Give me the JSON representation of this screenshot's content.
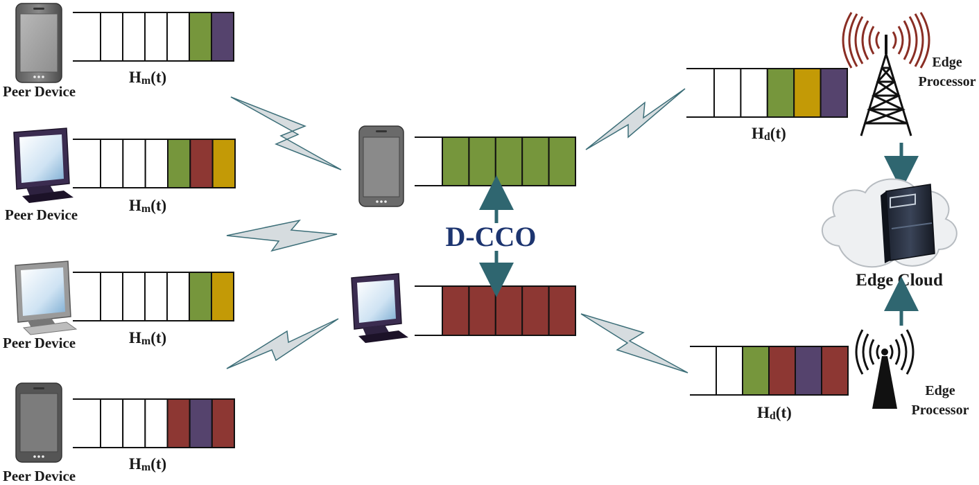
{
  "colors": {
    "green": "#76963c",
    "red": "#8d3733",
    "purple": "#55436d",
    "gold": "#c39a06",
    "white": "#ffffff",
    "arrow": "#2f6670",
    "bolt": "#d6dcdf",
    "dcco_text": "#1d3570",
    "wave_red": "#8a2e24"
  },
  "labels": {
    "peer_device": "Peer Device",
    "hm_main": "H",
    "hm_sub": "m",
    "hd_main": "H",
    "hd_sub": "d",
    "t_suffix": "(t)",
    "edge_word": "Edge",
    "processor_word": "Processor",
    "edge_cloud": "Edge Cloud",
    "dcco": "D-CCO"
  },
  "icons": {
    "phone": "smartphone-icon",
    "monitor": "monitor-icon",
    "tower": "cell-tower-icon",
    "base_station": "base-station-icon",
    "cloud": "cloud-icon",
    "server": "server-icon",
    "link": "wireless-link-icon"
  },
  "queues": [
    {
      "id": "peer-1",
      "cells": [
        "white",
        "white",
        "white",
        "white",
        "green",
        "purple"
      ]
    },
    {
      "id": "peer-2",
      "cells": [
        "white",
        "white",
        "white",
        "green",
        "red",
        "gold"
      ]
    },
    {
      "id": "peer-3",
      "cells": [
        "white",
        "white",
        "white",
        "white",
        "green",
        "gold"
      ]
    },
    {
      "id": "peer-4",
      "cells": [
        "white",
        "white",
        "white",
        "red",
        "purple",
        "red"
      ]
    },
    {
      "id": "center-phone",
      "cells": [
        "green",
        "green",
        "green",
        "green",
        "green"
      ]
    },
    {
      "id": "center-monitor",
      "cells": [
        "red",
        "red",
        "red",
        "red",
        "red"
      ]
    },
    {
      "id": "edge-top",
      "cells": [
        "white",
        "white",
        "green",
        "gold",
        "purple"
      ]
    },
    {
      "id": "edge-bottom",
      "cells": [
        "white",
        "green",
        "red",
        "purple",
        "red"
      ]
    }
  ]
}
